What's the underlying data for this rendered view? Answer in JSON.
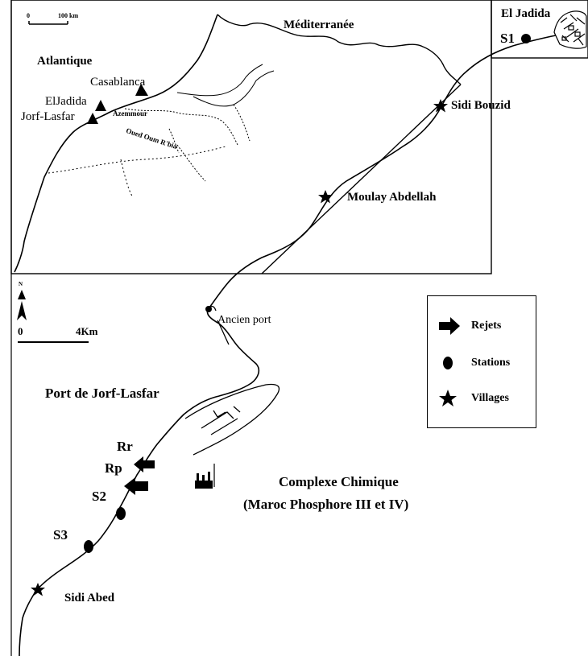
{
  "inset": {
    "scale_zero": "0",
    "scale_distance": "100 km",
    "sea_north": "Méditerranée",
    "sea_west": "Atlantique",
    "cities": [
      "Casablanca",
      "ElJadida",
      "Jorf-Lasfar"
    ],
    "town": "Azemmour",
    "river": "Oued Oum R'bia"
  },
  "city_inset_label": "El Jadida",
  "stations": [
    "S1",
    "S2",
    "S3"
  ],
  "villages": [
    "Sidi Bouzid",
    "Moulay Abdellah",
    "Sidi Abed"
  ],
  "ancien_port": "Ancien port",
  "port_label": "Port de Jorf-Lasfar",
  "rejets": [
    "Rr",
    "Rp"
  ],
  "complex_title": "Complexe Chimique",
  "complex_subtitle": "(Maroc Phosphore III et IV)",
  "main_scale": {
    "zero": "0",
    "distance": "4Km"
  },
  "north_label": "N",
  "legend": {
    "rejets": "Rejets",
    "stations": "Stations",
    "villages": "Villages"
  },
  "colors": {
    "ink": "#000000",
    "paper": "#ffffff"
  }
}
